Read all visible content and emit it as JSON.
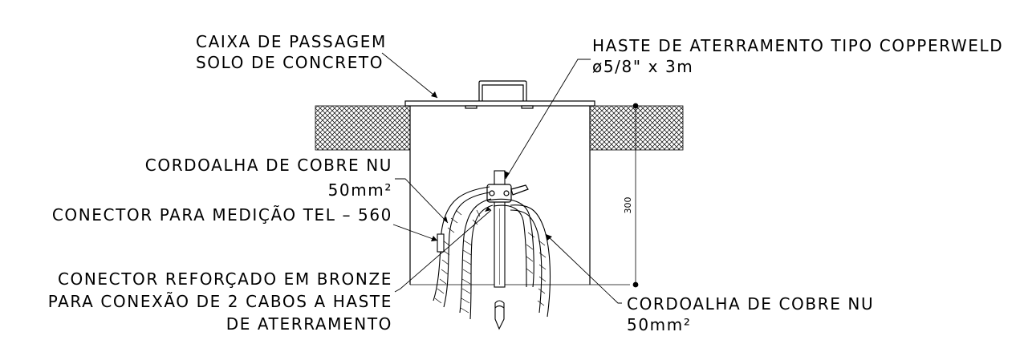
{
  "labels": {
    "caixa_line1": "CAIXA DE PASSAGEM",
    "caixa_line2": "SOLO DE CONCRETO",
    "haste_line1": "HASTE DE ATERRAMENTO TIPO COPPERWELD",
    "haste_line2": "ø5/8\" x 3m",
    "cordoalha_left_line1": "CORDOALHA DE COBRE NU",
    "cordoalha_left_line2": "50mm²",
    "conector_medicao": "CONECTOR PARA MEDIÇÃO TEL – 560",
    "conector_bronze_line1": "CONECTOR REFORÇADO EM BRONZE",
    "conector_bronze_line2": "PARA CONEXÃO DE 2 CABOS A HASTE",
    "conector_bronze_line3": "DE ATERRAMENTO",
    "cordoalha_right_line1": "CORDOALHA DE COBRE NU",
    "cordoalha_right_line2": "50mm²"
  },
  "dimension": {
    "depth_value": "300"
  },
  "colors": {
    "line": "#000000",
    "background": "#ffffff"
  }
}
